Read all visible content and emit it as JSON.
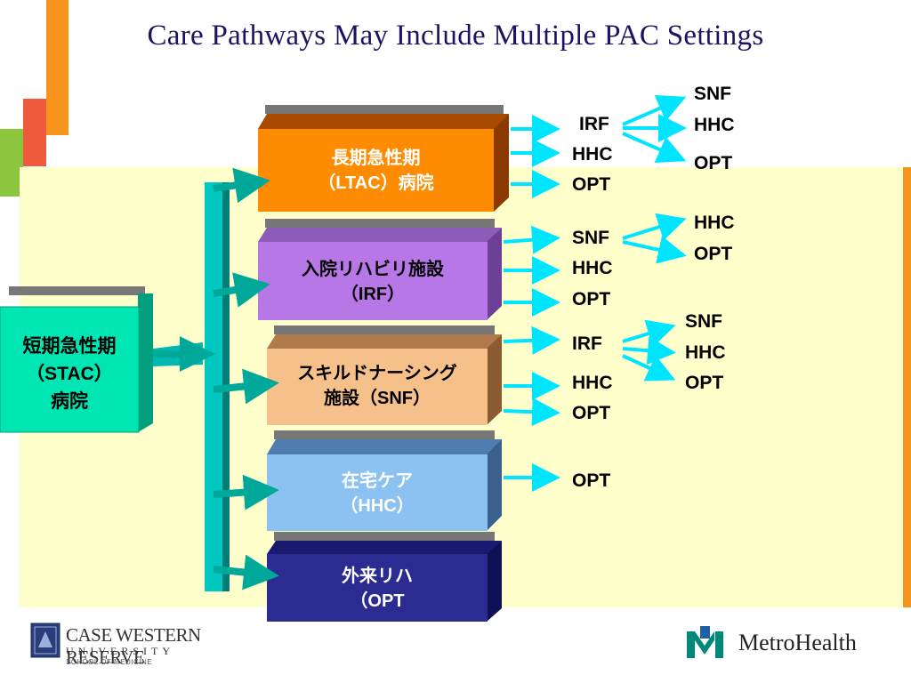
{
  "title": "Care Pathways May Include Multiple PAC Settings",
  "colors": {
    "title": "#1b1464",
    "cream": "#ffffcc",
    "orange_bar": "#f7941d",
    "stac": "#00e0b0",
    "ltac": "#ff8c00",
    "irf": "#b070e0",
    "snf": "#f5c08a",
    "hhc": "#88c0f0",
    "opt": "#2a2a90",
    "arrow_cyan": "#00e5ff",
    "arrow_teal": "#008a80"
  },
  "source": {
    "line1": "短期急性期",
    "line2": "（STAC）",
    "line3": "病院"
  },
  "settings": [
    {
      "id": "ltac",
      "line1": "長期急性期",
      "line2": "（LTAC）病院"
    },
    {
      "id": "irf",
      "line1": "入院リハビリ施設",
      "line2": "（IRF）"
    },
    {
      "id": "snf",
      "line1": "スキルドナーシング",
      "line2": "施設（SNF）"
    },
    {
      "id": "hhc",
      "line1": "在宅ケア",
      "line2": "（HHC）"
    },
    {
      "id": "opt",
      "line1": "外来リハ",
      "line2": "（OPT"
    }
  ],
  "next_steps": {
    "ltac": [
      "IRF",
      "HHC",
      "OPT"
    ],
    "irf": [
      "SNF",
      "HHC",
      "OPT"
    ],
    "snf": [
      "IRF",
      "HHC",
      "OPT"
    ],
    "hhc": [
      "OPT"
    ]
  },
  "third_steps": {
    "ltac_irf": [
      "SNF",
      "HHC",
      "OPT"
    ],
    "irf_snf": [
      "HHC",
      "OPT"
    ],
    "snf_irf": [
      "SNF",
      "HHC",
      "OPT"
    ]
  },
  "logos": {
    "left_line1": "CASE WESTERN RESERVE",
    "left_line2": "UNIVERSITY",
    "left_line3": "SCHOOL OF MEDICINE",
    "right": "MetroHealth"
  }
}
